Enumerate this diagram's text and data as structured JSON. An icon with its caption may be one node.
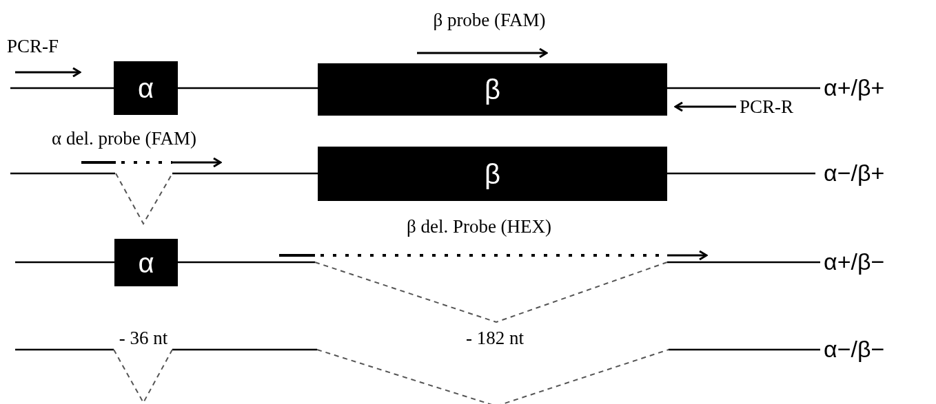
{
  "diagram": {
    "nodes": [
      {
        "text": [
          "α"
        ]
      },
      {
        "text": [
          "β"
        ]
      },
      {
        "text": [
          "β"
        ]
      },
      {
        "text": [
          "α"
        ]
      }
    ],
    "edges": [
      {
        "from": 0,
        "to": 1,
        "arrow": "none"
      }
    ],
    "labels": [
      "β probe (FAM)",
      "PCR-F",
      "α+/β+",
      "PCR-R",
      "α del. probe (FAM)",
      "α−/β+",
      "β del. Probe (HEX)",
      "α+/β−",
      "- 36 nt",
      "- 182 nt",
      "α−/β−"
    ]
  }
}
